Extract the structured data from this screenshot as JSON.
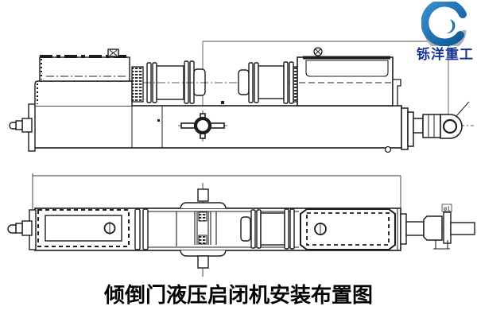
{
  "logo": {
    "text": "铄洋重工",
    "text_color": "#17338f",
    "swirl_blue_dark": "#0d5795",
    "swirl_blue_light": "#3a8fd0",
    "swirl_grey": "#aab0b6"
  },
  "caption": {
    "text": "倾倒门液压启闭机安装布置图",
    "color": "#000000"
  },
  "drawing": {
    "line_color": "#1c1c1c",
    "thin_line_color": "#555555",
    "background": "#ffffff",
    "views": {
      "top": "side-elevation-view",
      "bottom": "plan-view"
    },
    "annotations": {
      "rod_dim_label": "φ1"
    }
  }
}
